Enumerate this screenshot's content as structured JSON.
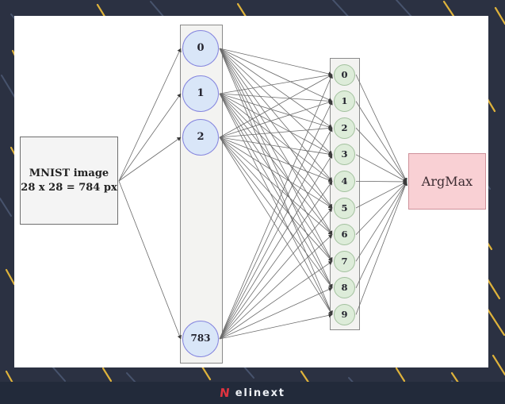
{
  "background": {
    "base_color": "#2b3142",
    "hatch_yellow": "#dfb33b",
    "hatch_slate": "#4d5a75"
  },
  "diagram": {
    "input_box": {
      "line1": "MNIST image",
      "line2": "28 x 28 = 784 px"
    },
    "input_layer": {
      "nodes": [
        "0",
        "1",
        "2",
        "783"
      ],
      "node_fill": "#d9e6f8",
      "node_border": "#8585de"
    },
    "output_layer": {
      "nodes": [
        "0",
        "1",
        "2",
        "3",
        "4",
        "5",
        "6",
        "7",
        "8",
        "9"
      ],
      "node_fill": "#ddecd9",
      "node_border": "#a3c19e"
    },
    "output_box": {
      "label": "ArgMax",
      "fill": "#f9d0d4",
      "border": "#cf929b"
    }
  },
  "footer": {
    "brand": "elinext",
    "icon_glyph": "N",
    "icon_color": "#e03440"
  }
}
